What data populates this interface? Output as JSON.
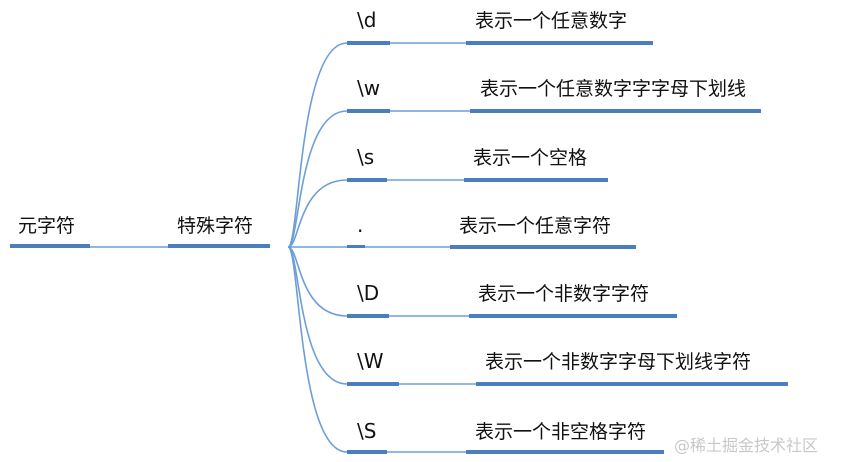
{
  "diagram": {
    "root": {
      "label": "元字符"
    },
    "category": {
      "label": "特殊字符"
    },
    "rows": [
      {
        "code": "\\d",
        "desc": "表示一个任意数字"
      },
      {
        "code": "\\w",
        "desc": "表示一个任意数字字字母下划线"
      },
      {
        "code": "\\s",
        "desc": "表示一个空格"
      },
      {
        "code": ".",
        "desc": "表示一个任意字符"
      },
      {
        "code": "\\D",
        "desc": "表示一个非数字字符"
      },
      {
        "code": "\\W",
        "desc": "表示一个非数字字母下划线字符"
      },
      {
        "code": "\\S",
        "desc": "表示一个非空格字符"
      }
    ]
  },
  "watermark": "@稀土掘金技术社区",
  "colors": {
    "node_bar": "#4a7ebf",
    "connector": "#6d9fd6",
    "text": "#111111",
    "watermark": "#c8c8c8"
  }
}
